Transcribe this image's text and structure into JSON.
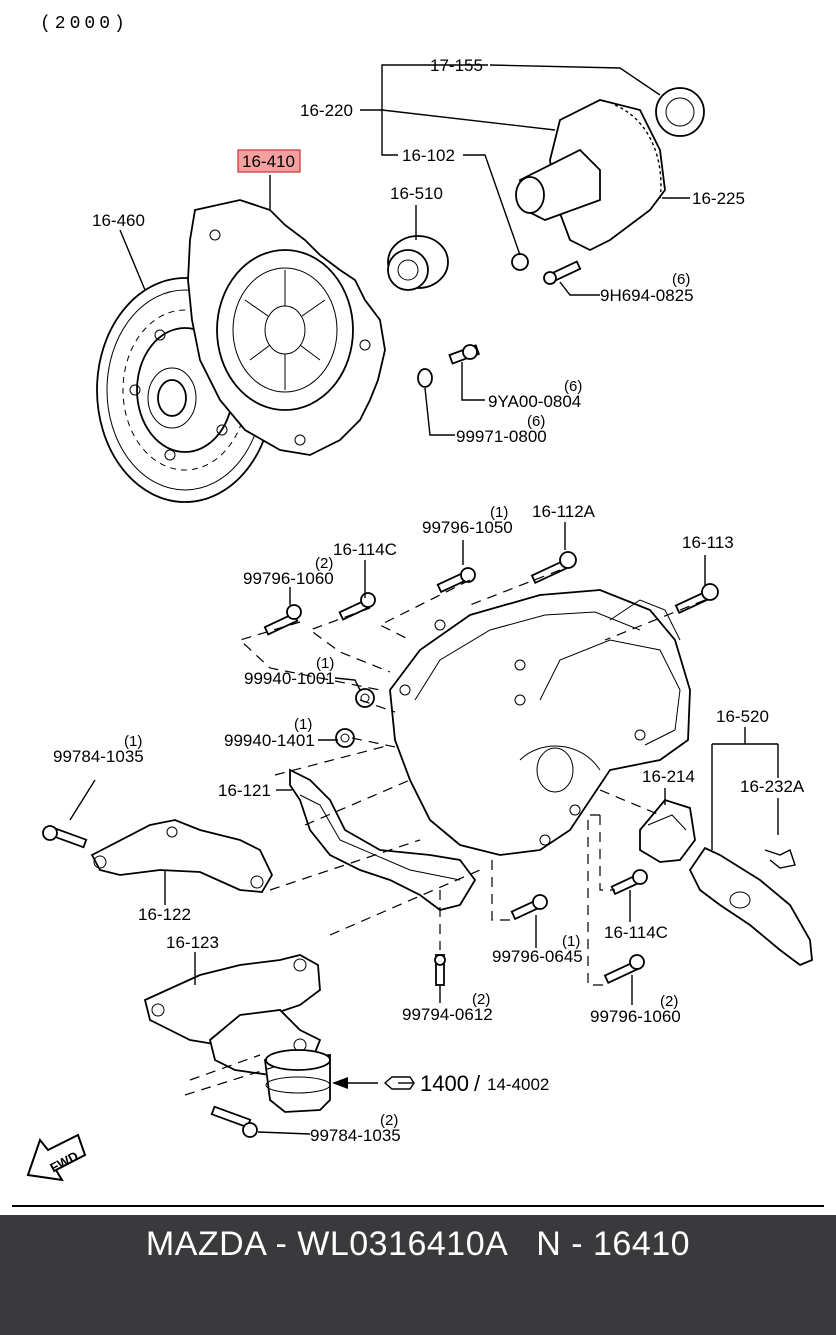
{
  "diagram": {
    "header": "(2000)",
    "highlight_label": "16-410",
    "labels": [
      {
        "id": "17-155",
        "text": "17-155"
      },
      {
        "id": "16-220",
        "text": "16-220"
      },
      {
        "id": "16-102",
        "text": "16-102"
      },
      {
        "id": "16-225",
        "text": "16-225"
      },
      {
        "id": "16-510",
        "text": "16-510"
      },
      {
        "id": "16-460",
        "text": "16-460"
      },
      {
        "id": "9H694-0825",
        "text": "9H694-0825"
      },
      {
        "id": "9YA00-0804",
        "text": "9YA00-0804"
      },
      {
        "id": "99971-0800",
        "text": "99971-0800"
      },
      {
        "id": "99796-1050",
        "text": "99796-1050"
      },
      {
        "id": "16-112A",
        "text": "16-112A"
      },
      {
        "id": "16-114C-top",
        "text": "16-114C"
      },
      {
        "id": "16-113",
        "text": "16-113"
      },
      {
        "id": "99796-1060-top",
        "text": "99796-1060"
      },
      {
        "id": "99940-1001",
        "text": "99940-1001"
      },
      {
        "id": "99940-1401",
        "text": "99940-1401"
      },
      {
        "id": "99784-1035-top",
        "text": "99784-1035"
      },
      {
        "id": "16-121",
        "text": "16-121"
      },
      {
        "id": "16-520",
        "text": "16-520"
      },
      {
        "id": "16-214",
        "text": "16-214"
      },
      {
        "id": "16-232A",
        "text": "16-232A"
      },
      {
        "id": "16-122",
        "text": "16-122"
      },
      {
        "id": "16-123",
        "text": "16-123"
      },
      {
        "id": "99796-0645",
        "text": "99796-0645"
      },
      {
        "id": "16-114C-bottom",
        "text": "16-114C"
      },
      {
        "id": "99794-0612",
        "text": "99794-0612"
      },
      {
        "id": "99796-1060-bottom",
        "text": "99796-1060"
      },
      {
        "id": "1400",
        "text": "1400"
      },
      {
        "id": "14-4002",
        "text": "14-4002"
      },
      {
        "id": "99784-1035-bottom",
        "text": "99784-1035"
      }
    ],
    "quantities": [
      {
        "id": "q-9H694",
        "text": "(6)"
      },
      {
        "id": "q-9YA00",
        "text": "(6)"
      },
      {
        "id": "q-99971",
        "text": "(6)"
      },
      {
        "id": "q-1050",
        "text": "(1)"
      },
      {
        "id": "q-1060-top",
        "text": "(2)"
      },
      {
        "id": "q-1001",
        "text": "(1)"
      },
      {
        "id": "q-1401",
        "text": "(1)"
      },
      {
        "id": "q-1035-top",
        "text": "(1)"
      },
      {
        "id": "q-0645",
        "text": "(1)"
      },
      {
        "id": "q-0612",
        "text": "(2)"
      },
      {
        "id": "q-1060-bottom",
        "text": "(2)"
      },
      {
        "id": "q-1035-bottom",
        "text": "(2)"
      }
    ],
    "separator": "/",
    "fwd_label": "FWD"
  },
  "footer": {
    "brand": "MAZDA",
    "part_number": "WL0316410A",
    "ref": "N - 16410",
    "text": "MAZDA - WL0316410A   N - 16410"
  }
}
